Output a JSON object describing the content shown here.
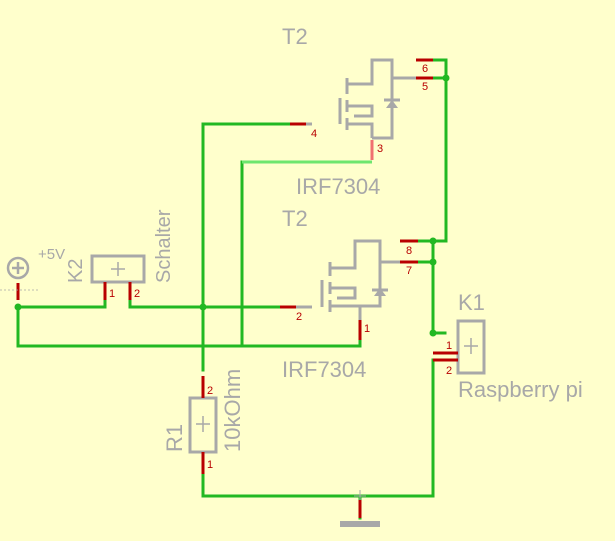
{
  "components": {
    "t2_top": {
      "name": "T2",
      "value": "IRF7304",
      "pins": [
        "6",
        "5",
        "4",
        "3"
      ]
    },
    "t2_bottom": {
      "name": "T2",
      "value": "IRF7304",
      "pins": [
        "8",
        "7",
        "2",
        "1"
      ]
    },
    "k2": {
      "name": "K2",
      "value": "Schalter",
      "pins": [
        "1",
        "2"
      ]
    },
    "k1": {
      "name": "K1",
      "value": "Raspberry pi",
      "pins": [
        "1",
        "2"
      ]
    },
    "r1": {
      "name": "R1",
      "value": "10kOhm",
      "pins": [
        "2",
        "1"
      ]
    },
    "supply": {
      "label": "+5V"
    }
  },
  "colors": {
    "background": "#ffffcc",
    "wire": "#22b822",
    "highlighted_wire": "#6ee66e",
    "pin": "#b80000",
    "symbol": "#a8a8a8"
  }
}
